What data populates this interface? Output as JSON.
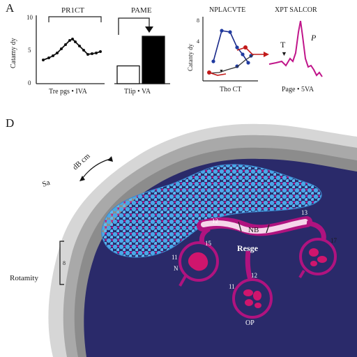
{
  "panel_a": {
    "label": "A",
    "chart1": {
      "title": "PR1CT",
      "ylabel": "Catamy dy",
      "xlabel": "Tre pgs • IVA",
      "ytick_top": "10",
      "ytick_mid": "5",
      "ytick_zero": "0"
    },
    "chart2": {
      "title": "PAME",
      "xlabel": "Tlip • VA",
      "bars": [
        {
          "fill": "#ffffff",
          "value": 3
        },
        {
          "fill": "#000000",
          "value": 8
        }
      ]
    },
    "chart3": {
      "title": "NPLACVTE",
      "ylabel": "Catanty dy",
      "xlabel": "Tho CT",
      "ytick_top": "8",
      "ytick_mid": "4"
    },
    "chart4": {
      "title": "XPT SALCOR",
      "xlabel": "Page • 5VA",
      "marker_label": "T",
      "peak_label": "P"
    }
  },
  "panel_d": {
    "label": "D",
    "measure_label": "dB cm",
    "side_label": "Sa",
    "scale_label": "Rotamity",
    "scale_value": "8",
    "center_label": "NB",
    "center_num_left": "12",
    "center_num_right": "13",
    "region_label": "Resge",
    "nodes": [
      {
        "num": "15",
        "side": "11",
        "inner": "N"
      },
      {
        "num": "12",
        "side": "11",
        "inner": "OP"
      },
      {
        "num": "17",
        "side": "",
        "inner": ""
      }
    ],
    "colors": {
      "background": "#2a2a6a",
      "cells": "#4aa8e8",
      "magenta": "#c0158a",
      "membrane": "#bdbdbd"
    }
  }
}
